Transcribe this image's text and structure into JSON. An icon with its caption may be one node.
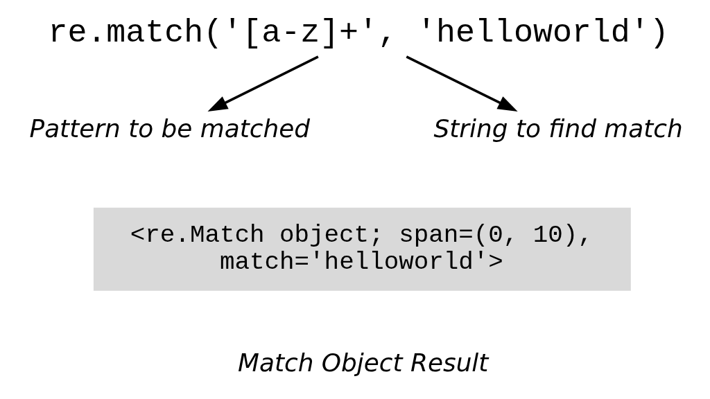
{
  "diagram": {
    "nodes": [
      {
        "text": [
          "re.match('[a-z]+', 'helloworld')"
        ]
      },
      {
        "text": [
          "Pattern to be matched"
        ]
      },
      {
        "text": [
          "String to find match"
        ]
      },
      {
        "text": [
          "<re.Match object; span=(0, 10), match='helloworld'>"
        ],
        "beside": [
          "Match Object Result"
        ]
      }
    ],
    "edges": [
      {
        "from": 0,
        "to": 1,
        "arrow": "to"
      },
      {
        "from": 0,
        "to": 2,
        "arrow": "to"
      }
    ]
  }
}
